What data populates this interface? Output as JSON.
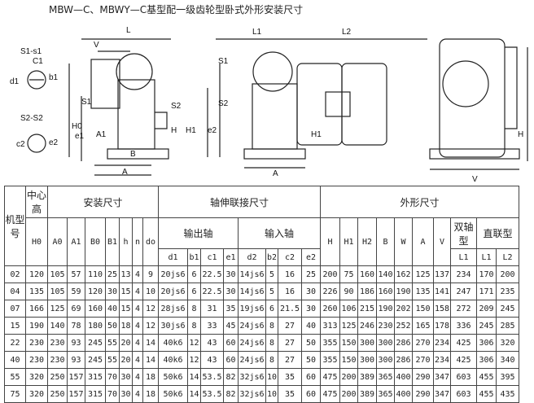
{
  "title": "MBW—C、MBWY—C基型配一级齿轮型卧式外形安装尺寸",
  "drawing_labels": [
    "L",
    "V",
    "S1-s1",
    "C1",
    "b1",
    "d1",
    "S2-S2",
    "c2",
    "e2",
    "H0",
    "S1",
    "S2",
    "e1",
    "A1",
    "A",
    "B",
    "H",
    "H1",
    "L1",
    "L2",
    "S1",
    "S2",
    "e2",
    "A",
    "H1",
    "H",
    "V"
  ],
  "table": {
    "h_model": "机型号",
    "h_center": "中心高",
    "h_install": "安装尺寸",
    "h_shaft": "轴伸联接尺寸",
    "h_outline": "外形尺寸",
    "h_output": "输出轴",
    "h_input": "输入轴",
    "h_double": "双轴型",
    "h_direct": "直联型",
    "cols_install": [
      "H0",
      "A0",
      "A1",
      "B0",
      "B1",
      "h",
      "n",
      "do"
    ],
    "cols_out": [
      "d1",
      "b1",
      "c1",
      "e1"
    ],
    "cols_in": [
      "d2",
      "b2",
      "c2",
      "e2"
    ],
    "cols_outline": [
      "H",
      "H1",
      "H2",
      "B",
      "W",
      "A",
      "V"
    ],
    "cols_L": [
      "L1",
      "L1",
      "L2"
    ],
    "rows": [
      [
        "02",
        "120",
        "105",
        "57",
        "110",
        "25",
        "13",
        "4",
        "9",
        "20js6",
        "6",
        "22.5",
        "30",
        "14js6",
        "5",
        "16",
        "25",
        "200",
        "75",
        "160",
        "140",
        "162",
        "125",
        "137",
        "234",
        "170",
        "200"
      ],
      [
        "04",
        "135",
        "105",
        "59",
        "120",
        "30",
        "15",
        "4",
        "10",
        "20js6",
        "6",
        "22.5",
        "30",
        "14js6",
        "5",
        "16",
        "30",
        "226",
        "90",
        "186",
        "160",
        "190",
        "135",
        "141",
        "247",
        "171",
        "235"
      ],
      [
        "07",
        "166",
        "125",
        "69",
        "160",
        "40",
        "15",
        "4",
        "12",
        "28js6",
        "8",
        "31",
        "35",
        "19js6",
        "6",
        "21.5",
        "30",
        "260",
        "106",
        "215",
        "190",
        "202",
        "150",
        "158",
        "272",
        "209",
        "245"
      ],
      [
        "15",
        "190",
        "140",
        "78",
        "180",
        "50",
        "18",
        "4",
        "12",
        "30js6",
        "8",
        "33",
        "45",
        "24js6",
        "8",
        "27",
        "40",
        "313",
        "125",
        "246",
        "230",
        "252",
        "165",
        "178",
        "336",
        "245",
        "285"
      ],
      [
        "22",
        "230",
        "230",
        "93",
        "245",
        "55",
        "20",
        "4",
        "14",
        "40k6",
        "12",
        "43",
        "60",
        "24js6",
        "8",
        "27",
        "50",
        "355",
        "150",
        "300",
        "300",
        "286",
        "270",
        "234",
        "425",
        "306",
        "320"
      ],
      [
        "40",
        "230",
        "230",
        "93",
        "245",
        "55",
        "20",
        "4",
        "14",
        "40k6",
        "12",
        "43",
        "60",
        "24js6",
        "8",
        "27",
        "50",
        "355",
        "150",
        "300",
        "300",
        "286",
        "270",
        "234",
        "425",
        "306",
        "340"
      ],
      [
        "55",
        "320",
        "250",
        "157",
        "315",
        "70",
        "30",
        "4",
        "18",
        "50k6",
        "14",
        "53.5",
        "82",
        "32js6",
        "10",
        "35",
        "60",
        "475",
        "200",
        "389",
        "365",
        "400",
        "290",
        "347",
        "603",
        "455",
        "395"
      ],
      [
        "75",
        "320",
        "250",
        "157",
        "315",
        "70",
        "30",
        "4",
        "18",
        "50k6",
        "14",
        "53.5",
        "82",
        "32js6",
        "10",
        "35",
        "60",
        "475",
        "200",
        "389",
        "365",
        "400",
        "290",
        "347",
        "603",
        "455",
        "435"
      ]
    ]
  }
}
